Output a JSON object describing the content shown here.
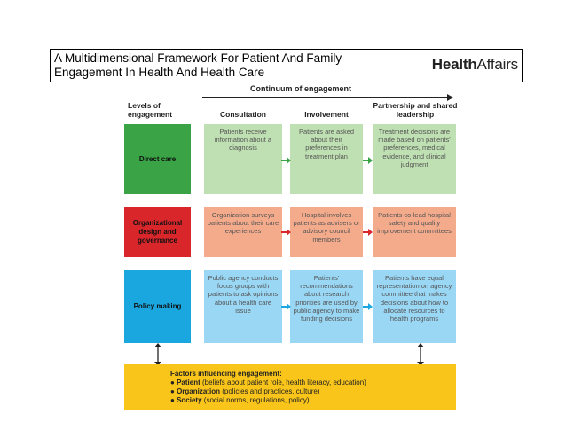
{
  "header": {
    "title": "A Multidimensional Framework For Patient And Family Engagement In Health And Health Care",
    "brand_bold": "Health",
    "brand_regular": "Affairs"
  },
  "continuum": {
    "label": "Continuum of engagement"
  },
  "columns": {
    "levels": "Levels of engagement",
    "consultation": "Consultation",
    "involvement": "Involvement",
    "partnership": "Partnership and shared leadership"
  },
  "levels": {
    "direct": "Direct care",
    "org": "Organizational design and governance",
    "policy": "Policy making"
  },
  "cells": {
    "direct": {
      "consultation": "Patients receive information about a diagnosis",
      "involvement": "Patients are asked about their preferences in treatment plan",
      "partnership": "Treatment decisions are made based on patients' preferences, medical evidence, and clinical judgment"
    },
    "org": {
      "consultation": "Organization surveys patients about their care experiences",
      "involvement": "Hospital involves patients as advisers or advisory council members",
      "partnership": "Patients co-lead hospital safety and quality improvement committees"
    },
    "policy": {
      "consultation": "Public agency conducts focus groups with patients to ask opinions about a health care issue",
      "involvement": "Patients' recommendations about research priorities are used by public agency to make funding decisions",
      "partnership": "Patients have equal representation on agency committee that makes decisions about how to allocate resources to health programs"
    }
  },
  "factors": {
    "title": "Factors influencing engagement:",
    "items": [
      {
        "bullet": "●",
        "name": "Patient",
        "detail": "(beliefs about patient role, health literacy, education)"
      },
      {
        "bullet": "●",
        "name": "Organization",
        "detail": "(policies and practices, culture)"
      },
      {
        "bullet": "●",
        "name": "Society",
        "detail": "(social norms, regulations, policy)"
      }
    ]
  },
  "colors": {
    "direct_level": "#3aa346",
    "direct_cells": "#bfe0b2",
    "org_level": "#d9262b",
    "org_cells": "#f4ab8c",
    "policy_level": "#1aa6df",
    "policy_cells": "#99d7f5",
    "factors": "#f9c51a"
  }
}
